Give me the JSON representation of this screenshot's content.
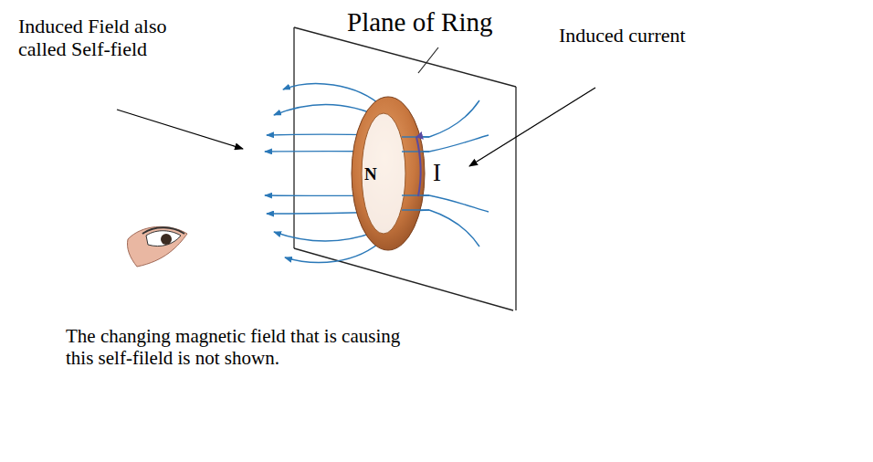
{
  "diagram": {
    "labels": [
      "Plane of Ring",
      "Induced Field also called Self-field",
      "Induced current",
      "N",
      "I",
      "The changing magnetic field that is causing this self-fileld is not shown."
    ]
  }
}
